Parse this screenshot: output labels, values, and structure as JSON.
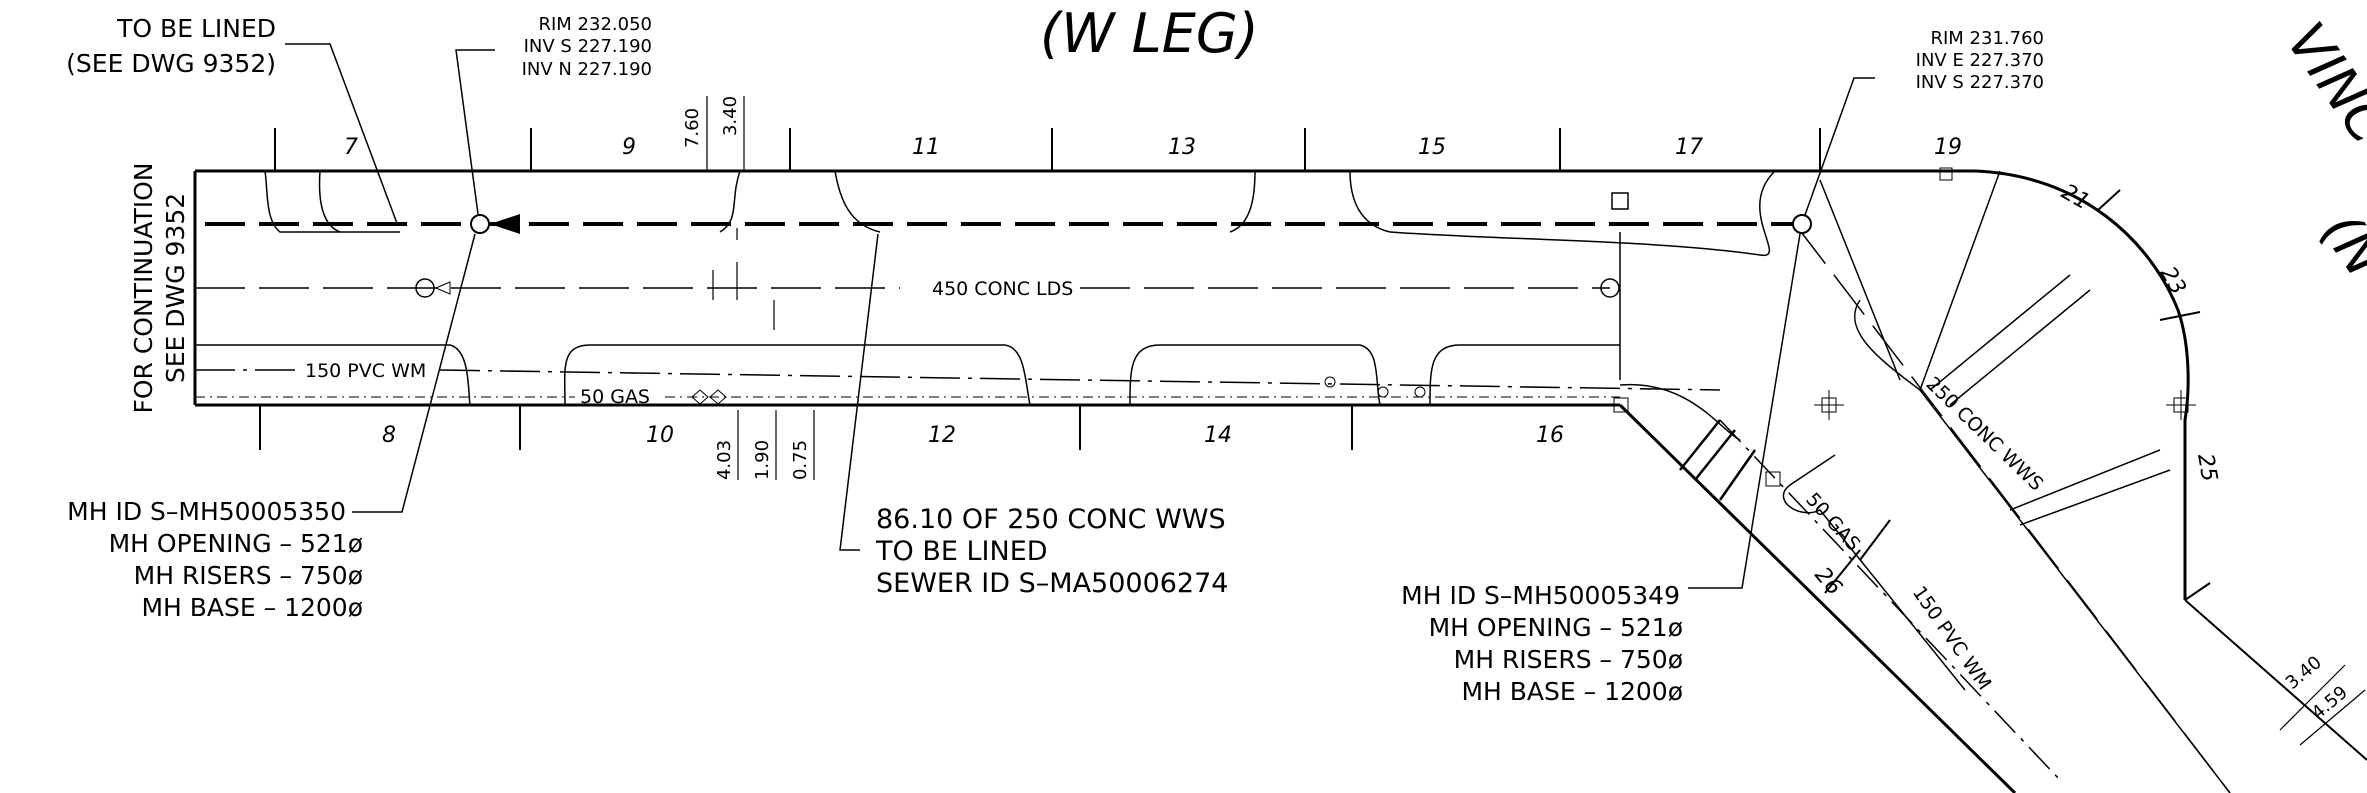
{
  "header": {
    "title": "(W LEG)",
    "top_right_partial": "VINC",
    "right_partial": "(N"
  },
  "notes": {
    "to_be_lined": [
      "TO BE LINED",
      "(SEE DWG 9352)"
    ],
    "continuation": [
      "FOR CONTINUATION",
      "SEE DWG 9352"
    ]
  },
  "manhole_left": {
    "rim": "RIM  232.050",
    "inv_s": "INV S  227.190",
    "inv_n": "INV N  227.190",
    "id_lines": [
      "MH ID S–MH50005350",
      "MH OPENING – 521ø",
      "MH RISERS – 750ø",
      "MH BASE – 1200ø"
    ]
  },
  "manhole_right": {
    "rim": "RIM  231.760",
    "inv_e": "INV E  227.370",
    "inv_s": "INV S  227.370",
    "id_lines": [
      "MH ID S–MH50005349",
      "MH OPENING – 521ø",
      "MH RISERS – 750ø",
      "MH BASE – 1200ø"
    ]
  },
  "sewer_note": [
    "86.10 OF 250 CONC WWS",
    "TO BE LINED",
    "SEWER ID S–MA50006274"
  ],
  "utilities": {
    "lds": "450 CONC LDS",
    "wm": "150 PVC WM",
    "gas": "50 GAS",
    "wws_diag": "250 CONC WWS",
    "gas_diag": "50 GAS",
    "wm_diag": "150 PVC WM"
  },
  "dimensions": {
    "top": [
      "7.60",
      "3.40"
    ],
    "bottom": [
      "4.03",
      "1.90",
      "0.75"
    ],
    "right": [
      "3.40",
      "4.59"
    ]
  },
  "lot_numbers": {
    "north": [
      "7",
      "9",
      "11",
      "13",
      "15",
      "17",
      "19"
    ],
    "south": [
      "8",
      "10",
      "12",
      "14",
      "16"
    ],
    "curve": [
      "21",
      "23",
      "25",
      "26"
    ]
  }
}
